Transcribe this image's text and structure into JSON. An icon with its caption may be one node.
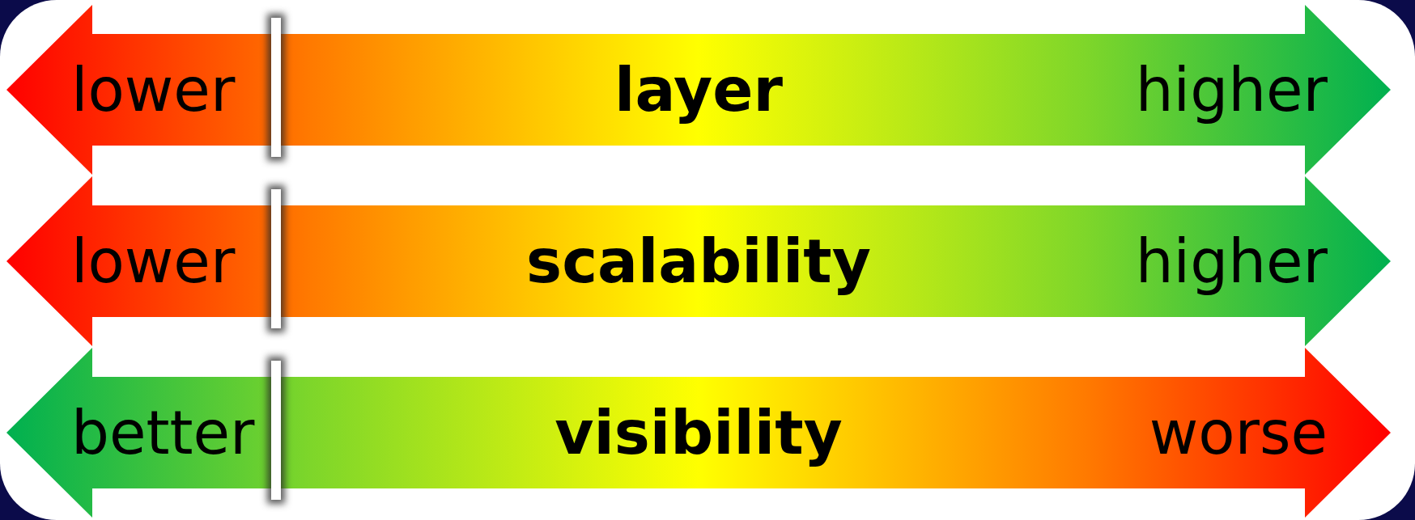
{
  "diagram": {
    "nodes": [
      {
        "text": [
          "lower",
          "layer",
          "higher"
        ]
      },
      {
        "text": [
          "lower",
          "scalability",
          "higher"
        ]
      },
      {
        "text": [
          "better",
          "visibility",
          "worse"
        ]
      }
    ]
  }
}
